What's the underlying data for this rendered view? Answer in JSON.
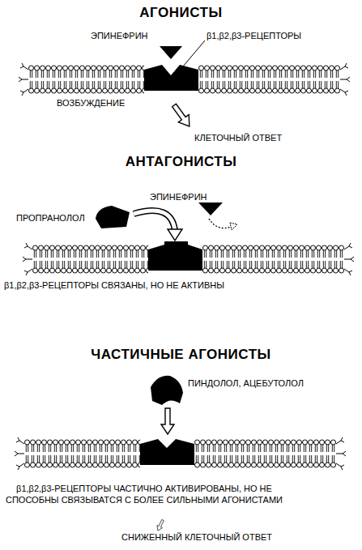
{
  "diagram": {
    "labels": [
      "АГОНИСТЫ",
      "ЭПИНЕФРИН",
      "β1,β2,β3-РЕЦЕПТОРЫ",
      "ВОЗБУЖДЕНИЕ",
      "КЛЕТОЧНЫЙ ОТВЕТ",
      "АНТАГОНИСТЫ",
      "ЭПИНЕФРИН",
      "ПРОПРАНОЛОЛ",
      "β1,β2,β3-РЕЦЕПТОРЫ СВЯЗАНЫ, НО НЕ АКТИВНЫ",
      "ЧАСТИЧНЫЕ АГОНИСТЫ",
      "ПИНДОЛОЛ, АЦЕБУТОЛОЛ",
      "β1,β2,β3-РЕЦЕПТОРЫ ЧАСТИЧНО АКТИВИРОВАНЫ, НО НЕ СПОСОБНЫ СВЯЗЫВАТСЯ С БОЛЕЕ СИЛЬНЫМИ АГОНИСТАМИ",
      "СНИЖЕННЫЙ КЛЕТОЧНЫЙ ОТВЕТ"
    ]
  }
}
